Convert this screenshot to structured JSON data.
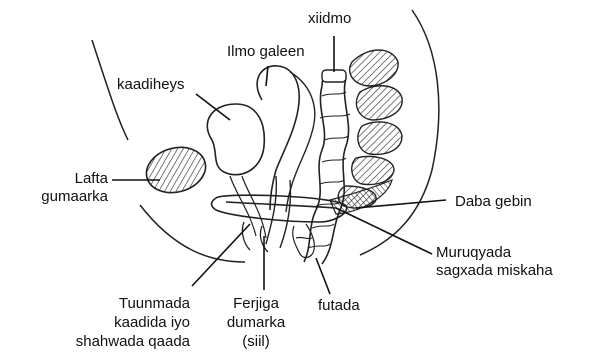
{
  "labels": {
    "xiidmo": "xiidmo",
    "ilmo_galeen": "Ilmo galeen",
    "kaadiheys": "kaadiheys",
    "lafta_1": "Lafta",
    "lafta_2": "gumaarka",
    "daba_gebin": "Daba gebin",
    "muruq_1": "Muruqyada",
    "muruq_2": "sagxada miskaha",
    "tuun_1": "Tuunmada",
    "tuun_2": "kaadida iyo",
    "tuun_3": "shahwada qaada",
    "ferj_1": "Ferjiga",
    "ferj_2": "dumarka",
    "ferj_3": "(siil)",
    "futada": "futada"
  },
  "colors": {
    "line": "#1a1a1a",
    "hatch": "#333333",
    "background": "#ffffff"
  }
}
